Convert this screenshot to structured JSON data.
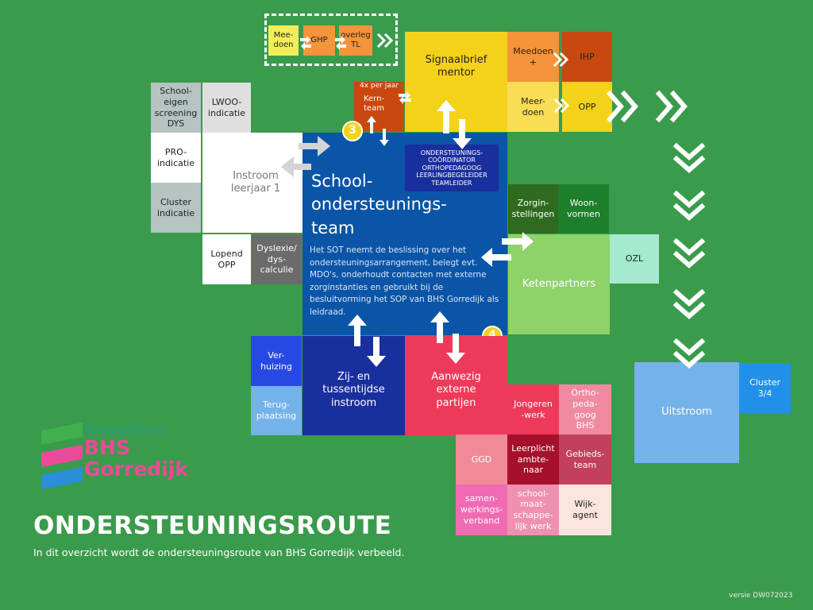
{
  "colors": {
    "background": "#3a9b4c",
    "sot_blue": "#0a55a8",
    "yellow": "#f5d21a",
    "orange": "#f5943a",
    "dark_orange": "#c9480f",
    "red": "#ee3a5a",
    "navy": "#1a2f9e",
    "light_green": "#8ed26a",
    "mint": "#a6e8d0",
    "light_blue": "#74b2ea",
    "pink": "#f06bb3"
  },
  "top_process": {
    "meedoen": "Mee-\ndoen",
    "ghp": "GHP",
    "overleg": "overleg\nTL"
  },
  "signaalbrief": "Signaalbrief\nmentor",
  "meedoen_plus": "Meedoen\n+",
  "ihp": "IHP",
  "meedoen_opp": "Meer-\ndoen",
  "opp": "OPP",
  "kernteam": {
    "note": "4x per jaar",
    "label": "Kern-\nteam"
  },
  "step3": "3",
  "step4": "4",
  "coordinators": "ONDERSTEUNINGS-\nCOÖRDINATOR\nORTHOPEDAGOOG\nLEERLINGBEGELEIDER\nTEAMLEIDER",
  "left_column": {
    "screening": "School-\neigen\nscreening\nDYS",
    "lwoo": "LWOO-\nindicatie",
    "pro": "PRO-\nindicatie",
    "cluster": "Cluster\nindicatie",
    "lopend": "Lopend\nOPP",
    "dyslexie": "Dyslexie/\ndys-\ncalculie"
  },
  "instroom": "Instroom\nleerjaar 1",
  "sot": {
    "title": "School-\nondersteunings-\nteam",
    "description": "Het SOT neemt de beslissing over het ondersteuningsarrangement, belegt evt. MDO's, onderhoudt contacten met externe zorginstanties en gebruikt bij de besluitvorming het SOP van BHS Gorredijk als leidraad."
  },
  "zorginstellingen": "Zorgin-\nstellingen",
  "woonvormen": "Woon-\nvormen",
  "ketenpartners": "Ketenpartners",
  "ozl": "OZL",
  "verhuizing": "Ver-\nhuizing",
  "terugplaatsing": "Terug-\nplaatsing",
  "zij_instroom": "Zij- en\ntussentijdse\ninstroom",
  "aanwezig": "Aanwezig\nexterne\npartijen",
  "externals": {
    "jongerenwerk": "Jongeren\n-werk",
    "orthopedagoog": "Ortho-\npeda-\ngoog\nBHS",
    "ggd": "GGD",
    "leerplicht": "Leerplicht\nambte-\nnaar",
    "gebiedsteam": "Gebieds-\nteam",
    "samenwerkingsverband": "samen-\nwerkings-\nverband",
    "schoolmaatschappelijk": "school-\nmaat-\nschappe-\nlijk werk",
    "wijkagent": "Wijk-\nagent"
  },
  "uitstroom": "Uitstroom",
  "cluster34": "Cluster\n3/4",
  "logo": {
    "line1": "Singelland",
    "line2": "BHS",
    "line3": "Gorredijk"
  },
  "page_title": "ONDERSTEUNINGSROUTE",
  "subtitle": "In dit overzicht wordt de ondersteuningsroute van BHS Gorredijk verbeeld.",
  "version": "versie  DW072023"
}
